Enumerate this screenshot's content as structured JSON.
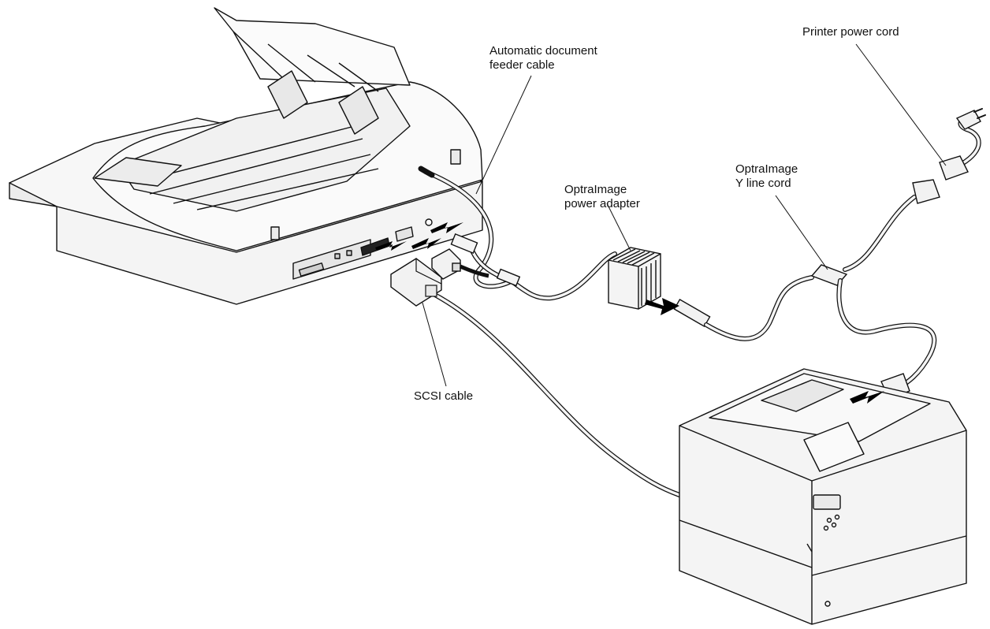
{
  "labels": {
    "adf_cable": [
      "Automatic document",
      "feeder cable"
    ],
    "printer_power_cord": "Printer power cord",
    "y_line_cord": [
      "OptraImage",
      "Y line cord"
    ],
    "power_adapter": [
      "OptraImage",
      "power adapter"
    ],
    "scsi_cable": "SCSI cable"
  },
  "colors": {
    "line": "#111111",
    "fill": "#f4f4f4",
    "shade": "#dcdcdc",
    "arrow": "#000000"
  }
}
